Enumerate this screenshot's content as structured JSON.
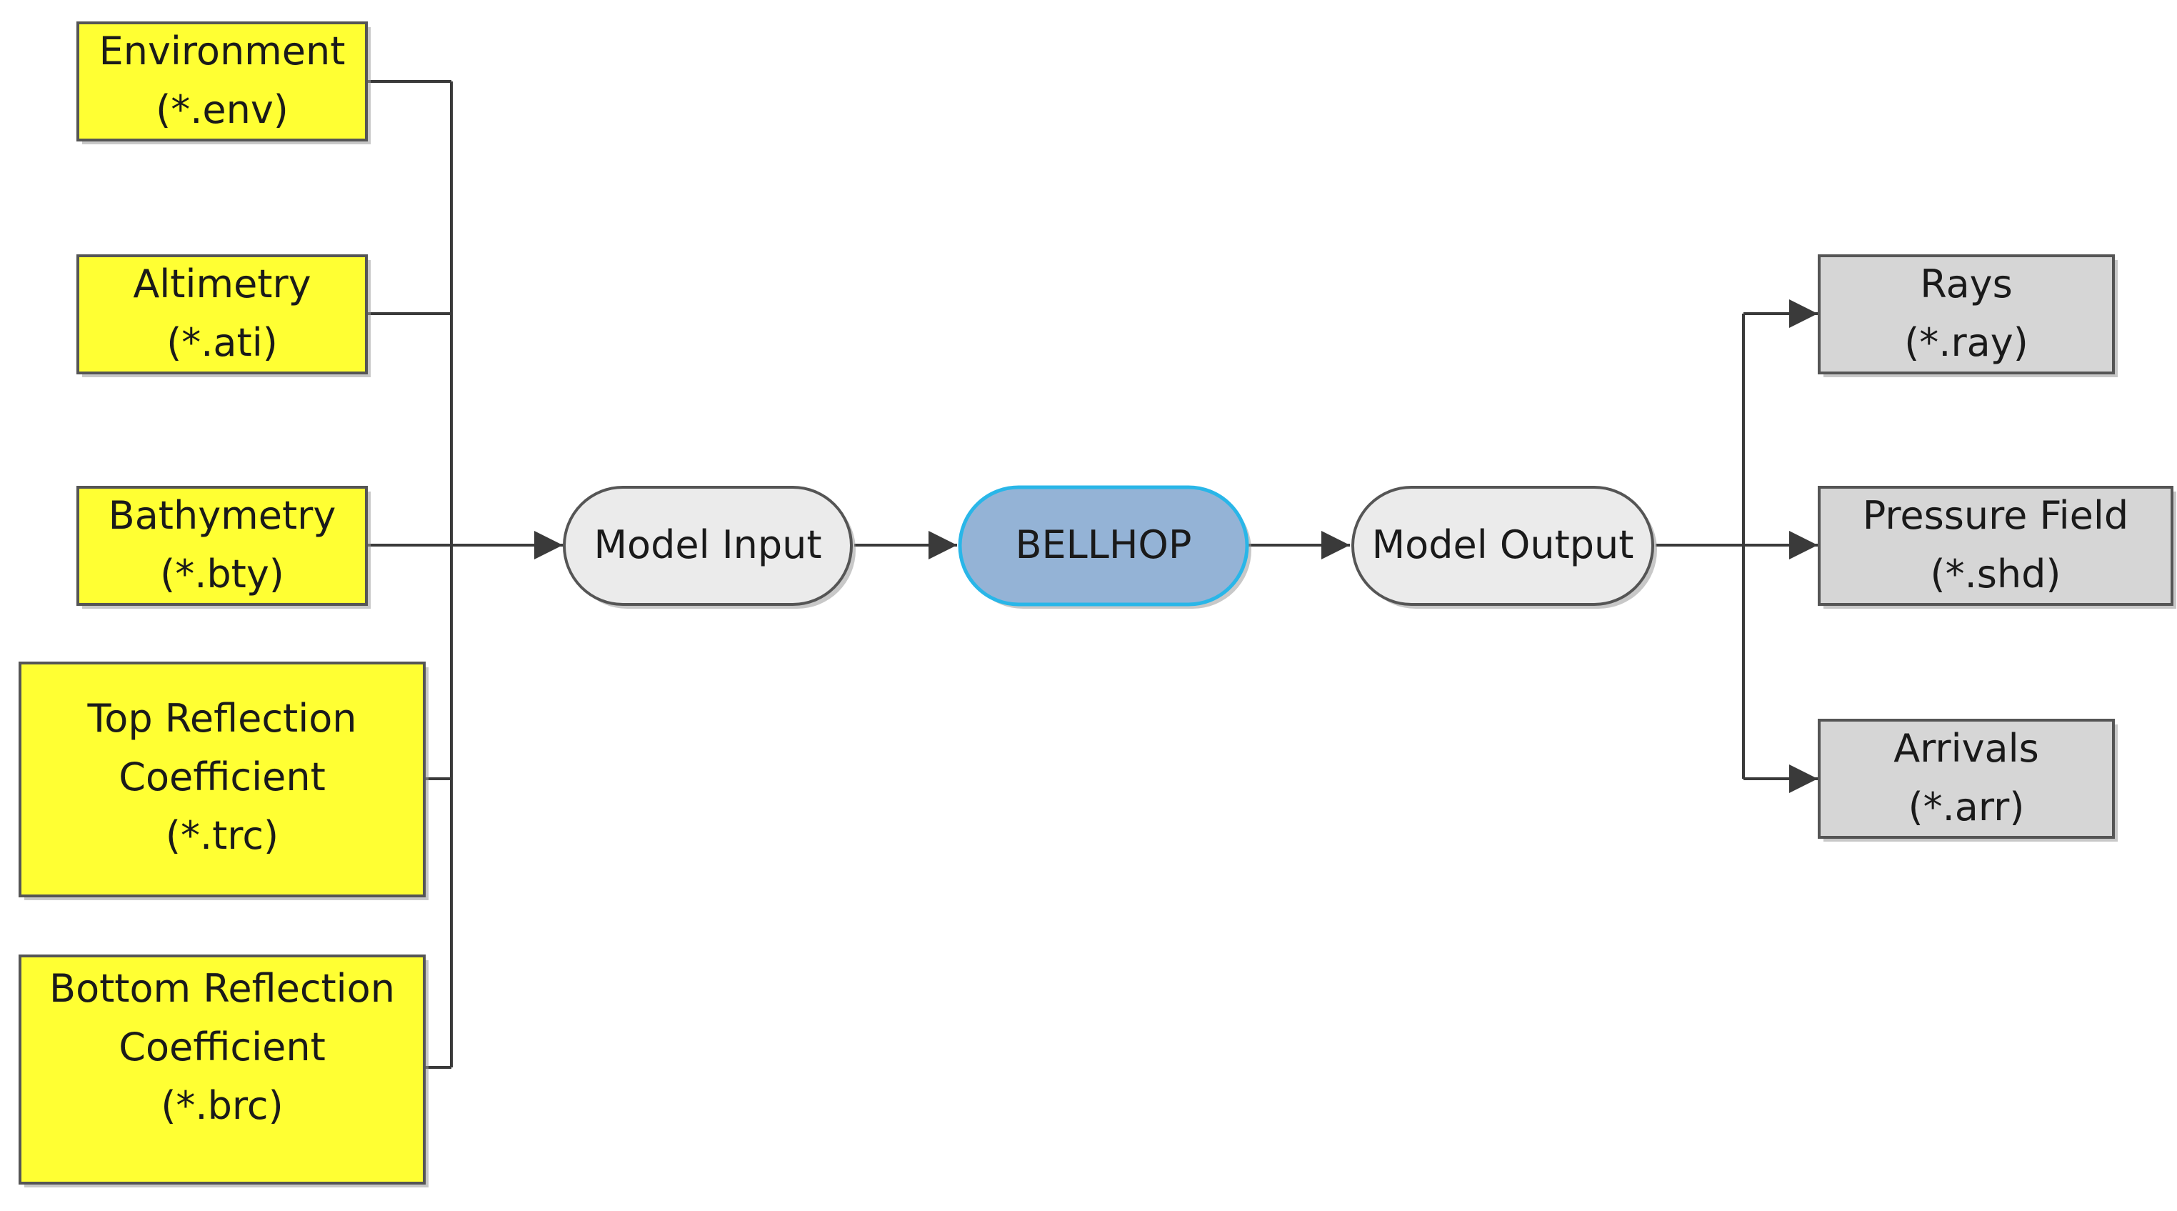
{
  "inputs": [
    {
      "id": "environment",
      "lines": [
        "Environment",
        "(*.env)"
      ]
    },
    {
      "id": "altimetry",
      "lines": [
        "Altimetry",
        "(*.ati)"
      ]
    },
    {
      "id": "bathymetry",
      "lines": [
        "Bathymetry",
        "(*.bty)"
      ]
    },
    {
      "id": "top-reflection",
      "lines": [
        "Top Reflection",
        "Coefficient",
        "(*.trc)"
      ]
    },
    {
      "id": "bottom-reflection",
      "lines": [
        "Bottom Reflection",
        "Coefficient",
        "(*.brc)"
      ]
    }
  ],
  "stages": {
    "model_input": "Model Input",
    "core": "BELLHOP",
    "model_output": "Model Output"
  },
  "outputs": [
    {
      "id": "rays",
      "lines": [
        "Rays",
        "(*.ray)"
      ]
    },
    {
      "id": "pressure-field",
      "lines": [
        "Pressure Field",
        "(*.shd)"
      ]
    },
    {
      "id": "arrivals",
      "lines": [
        "Arrivals",
        "(*.arr)"
      ]
    }
  ],
  "colors": {
    "input_box": "#ffff33",
    "output_box": "#d6d6d6",
    "stage_pill": "#ebebeb",
    "core_pill": "#94b3d6",
    "core_border": "#29b6e8",
    "connector": "#3a3a3a"
  }
}
